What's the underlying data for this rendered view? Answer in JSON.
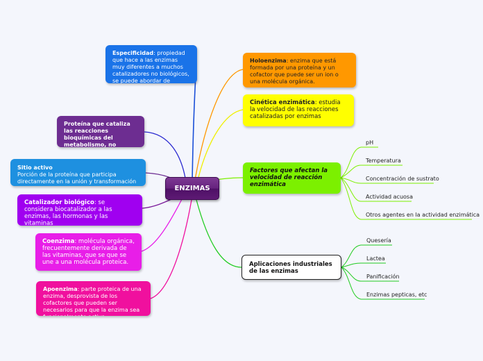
{
  "center": {
    "label": "ENZIMAS"
  },
  "nodes": {
    "especificidad": {
      "title": "Especificidad",
      "text": ": propiedad que hace a las enzimas muy diferentes a muchos catalizadores no biológicos, se puede abordar de diferentes",
      "color": "#1a73e8"
    },
    "proteina": {
      "title": "Proteína que cataliza las reacciones bioquímicas del metabolismo, no modifica el balance energético",
      "text": "",
      "color": "#6d2d91"
    },
    "sitio": {
      "title": "Sitio activo",
      "text": "Porción de la proteína que participa directamente en la unión y transformación del",
      "color": "#1e90e0"
    },
    "catalizador": {
      "title": "Catalizador biológico",
      "text": ": se considera biocatalizador a las enzimas, las hormonas y las vitaminas",
      "color": "#a000f0"
    },
    "coenzima": {
      "title": "Coenzima",
      "text": ": molécula orgánica, frecuentemente derivada de las vitaminas, que se que se une a una molécula proteica.",
      "color": "#e81ee8"
    },
    "apoenzima": {
      "title": "Apoenzima",
      "text": ": parte proteica de una enzima, desprovista de los cofactores que pueden ser necesarios para que la enzima sea funcionalmente activa.",
      "color": "#f0109e"
    },
    "holoenzima": {
      "title": "Holoenzima",
      "text": ": enzima que está formada por una proteína y un cofactor que puede ser un ion o una molécula orgánica.",
      "color": "#ff9800"
    },
    "cinetica": {
      "title": "Cinética enzimática",
      "text": ": estudia la velocidad de las reacciones catalizadas por enzimas",
      "color": "#ffff00"
    },
    "factores": {
      "title": "Factores que afectan la velocidad de reacción enzimática",
      "text": "",
      "color": "#7cf000"
    },
    "aplicaciones": {
      "title": "Aplicaciones industriales de las enzimas",
      "text": "",
      "color": "#ffffff"
    }
  },
  "factores_items": [
    "pH",
    "Temperatura",
    "Concentración de sustrato",
    "Actividad acuosa",
    "Otros agentes en la actividad enzimática"
  ],
  "aplicaciones_items": [
    "Quesería",
    "Lactea",
    "Panificación",
    "Enzimas pepticas, etc"
  ]
}
